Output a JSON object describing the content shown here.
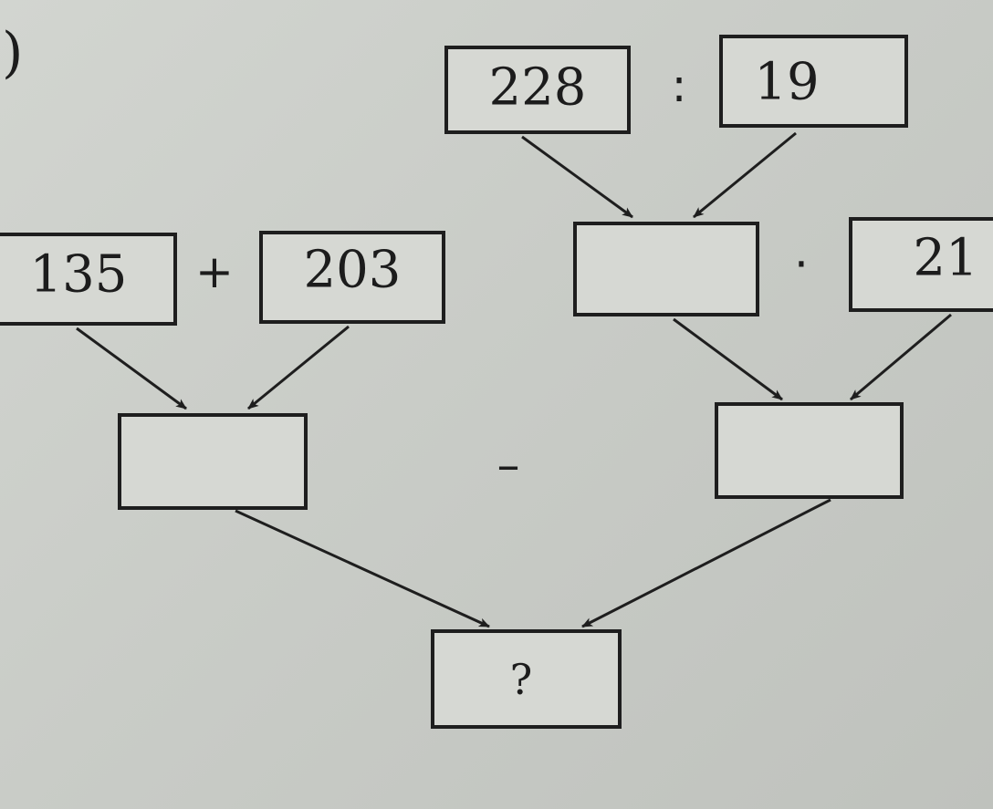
{
  "label": ")",
  "top_right": {
    "dividend": "228",
    "divide_op": ":",
    "divisor": "19"
  },
  "middle_right": {
    "result_box": "",
    "multiply_op": "·",
    "factor": "21"
  },
  "left": {
    "addend_1": "135",
    "plus_op": "+",
    "addend_2": "203",
    "sum_box": ""
  },
  "bottom": {
    "minus_op": "–",
    "product_box": "",
    "final_box": "?"
  }
}
